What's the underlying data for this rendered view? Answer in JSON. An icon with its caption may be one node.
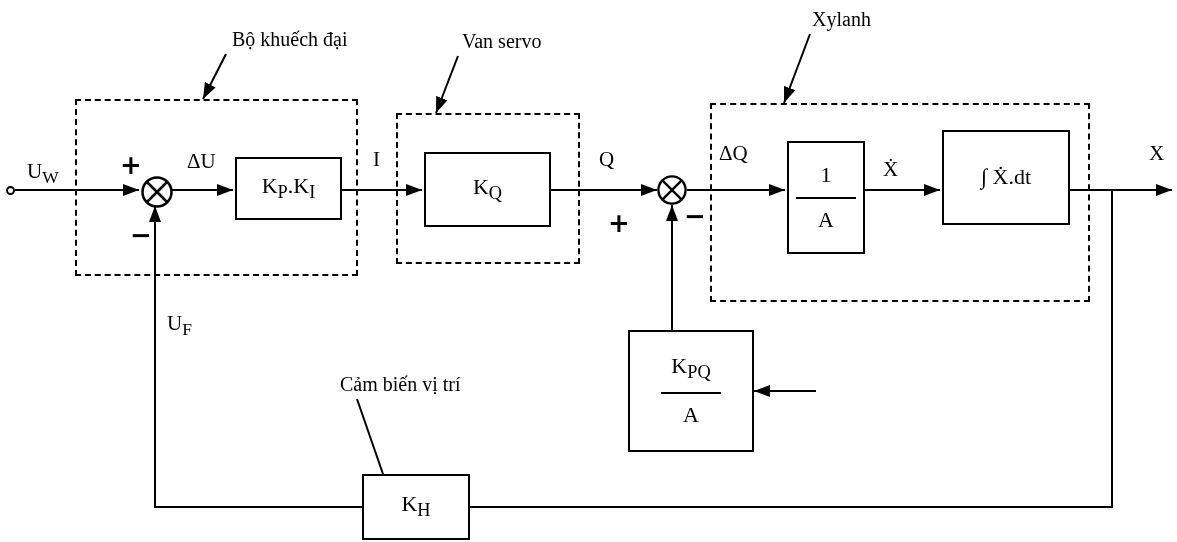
{
  "diagram": {
    "nodes": [
      {
        "text": [],
        "shape": "circle"
      },
      {
        "text": [
          "Bộ khuếch đại"
        ]
      },
      {
        "text": [],
        "shape": "box"
      },
      {
        "text": [],
        "shape": "circle",
        "in": 2
      },
      {
        "text": [
          "K$_{P}$.K$_{I}$"
        ],
        "in": 2
      },
      {
        "text": [
          "Van servo"
        ]
      },
      {
        "text": [],
        "shape": "box"
      },
      {
        "text": [
          "K$_{Q}$"
        ],
        "in": 6
      },
      {
        "text": [],
        "shape": "circle"
      },
      {
        "text": [
          "Xylanh"
        ]
      },
      {
        "text": [],
        "shape": "box"
      },
      {
        "text": [
          "1",
          "A"
        ],
        "in": 10
      },
      {
        "text": [
          "∫ Ẋ.dt"
        ],
        "in": 10
      },
      {
        "text": [
          "K$_{PQ}$",
          "A"
        ]
      },
      {
        "text": [
          "Cảm biến vị trí"
        ]
      },
      {
        "text": [
          "K$_{H}$"
        ]
      }
    ],
    "edges": [
      {
        "from": 0,
        "to": 3,
        "arrow": "to",
        "label": "U$_{W}$"
      },
      {
        "from": 3,
        "to": 4,
        "arrow": "to",
        "label": "ΔU"
      },
      {
        "from": 4,
        "to": 7,
        "arrow": "to",
        "label": "I"
      },
      {
        "from": 7,
        "to": 8,
        "arrow": "to",
        "label": "Q"
      },
      {
        "from": 8,
        "to": 11,
        "arrow": "to",
        "label": "ΔQ"
      },
      {
        "from": 11,
        "to": 12,
        "arrow": "to",
        "label": "Ẋ"
      },
      {
        "from": 12,
        "to": null,
        "arrow": "to",
        "label": "X"
      },
      {
        "from": 12,
        "to": 15,
        "arrow": "none"
      },
      {
        "from": 15,
        "to": 3,
        "arrow": "to",
        "label": "U$_{F}$"
      },
      {
        "from": 13,
        "to": 8,
        "arrow": "to"
      },
      {
        "from": null,
        "to": 13,
        "arrow": "to"
      },
      {
        "from": 1,
        "to": 2,
        "arrow": "to"
      },
      {
        "from": 5,
        "to": 6,
        "arrow": "to"
      },
      {
        "from": 9,
        "to": 10,
        "arrow": "to"
      },
      {
        "from": 14,
        "to": 15,
        "arrow": "none"
      }
    ],
    "labels": [
      "+",
      "−",
      "+",
      "−"
    ]
  }
}
